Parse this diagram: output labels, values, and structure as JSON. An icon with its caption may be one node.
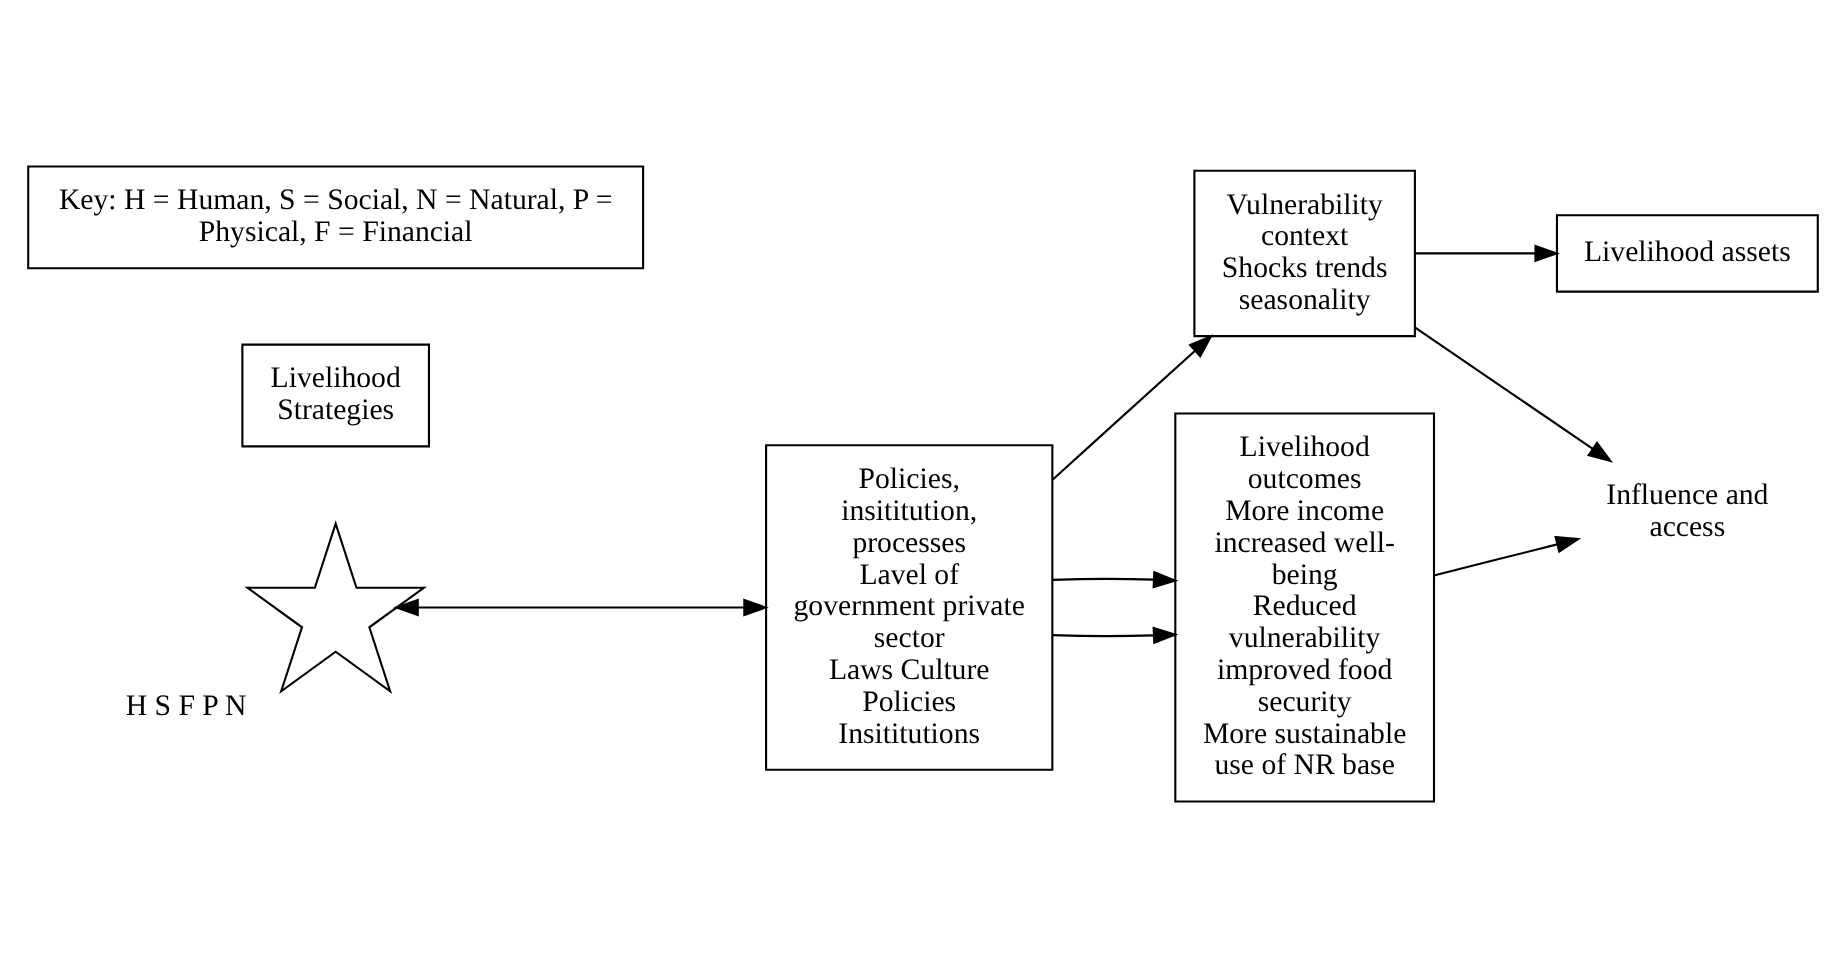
{
  "diagram": {
    "nodes": [
      {
        "text": [
          "Vulnerability context",
          "Shocks trends seasonality"
        ]
      },
      {
        "text": [
          "Livelihood assets"
        ]
      },
      {
        "text": [],
        "shape": "star",
        "beside": [
          "H",
          "S",
          "F",
          "P",
          "N"
        ]
      },
      {
        "text": [
          "Policies, insititution, processes",
          "Lavel of government private sector",
          "Laws Culture Policies Insititutions"
        ]
      },
      {
        "text": [
          "Livelihood Strategies"
        ]
      },
      {
        "text": [
          "Livelihood outcomes",
          "More income increased well-being",
          "Reduced vulnerability improved food security",
          "More sustainable use of NR base"
        ]
      },
      {
        "text": [
          "Influence and access"
        ]
      },
      {
        "text": [
          "Key: H = Human, S = Social, N = Natural, P = Physical, F = Financial"
        ]
      }
    ],
    "edges": [
      {
        "from": 3,
        "to": 0,
        "arrow": "to"
      },
      {
        "from": 0,
        "to": 1,
        "arrow": "to"
      },
      {
        "from": 0,
        "to": 6,
        "arrow": "to"
      },
      {
        "from": 2,
        "to": 3,
        "arrow": "both"
      },
      {
        "from": 3,
        "to": 5,
        "arrow": "to"
      },
      {
        "from": 3,
        "to": 5,
        "arrow": "to"
      },
      {
        "from": 5,
        "to": 6,
        "arrow": "to"
      }
    ]
  }
}
